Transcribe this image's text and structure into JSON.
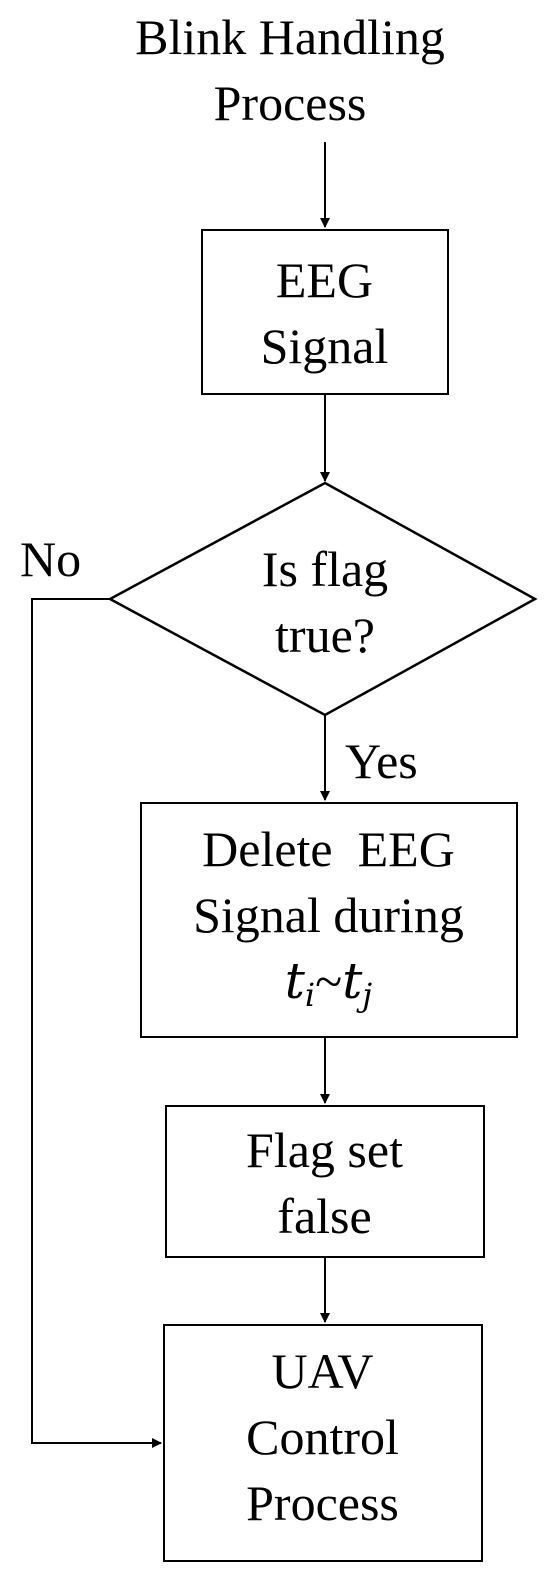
{
  "flowchart": {
    "start_label": [
      "Blink Handling",
      "Process"
    ],
    "eeg_signal": [
      "EEG",
      "Signal"
    ],
    "decision": [
      "Is flag",
      "true?"
    ],
    "no_label": "No",
    "yes_label": "Yes",
    "delete_step": {
      "line1": "Delete  EEG",
      "line2": "Signal during",
      "t_left": "t",
      "t_left_sub": "i",
      "tilde": "~",
      "t_right": "t",
      "t_right_sub": "j"
    },
    "flag_step": [
      "Flag set",
      "false"
    ],
    "end_step": [
      "UAV",
      "Control",
      "Process"
    ]
  }
}
